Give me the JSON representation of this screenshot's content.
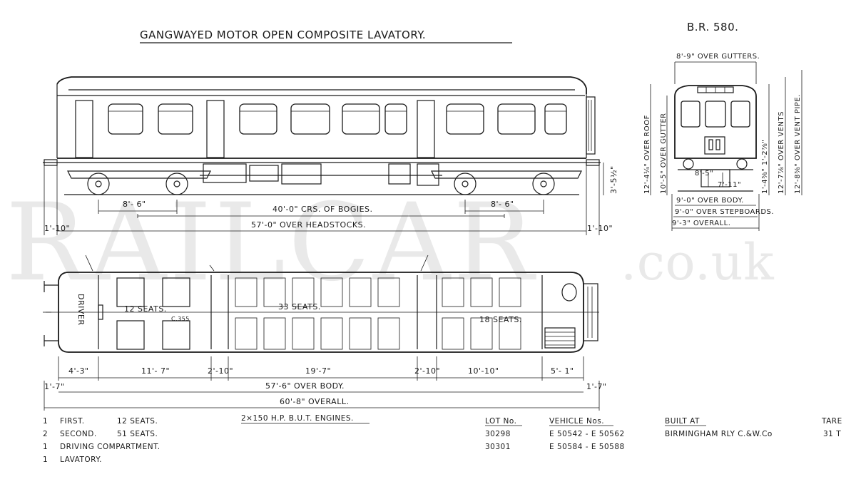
{
  "watermark": {
    "main": "RAILCAR",
    "suffix": ".co.uk"
  },
  "header": {
    "title": "GANGWAYED MOTOR OPEN COMPOSITE LAVATORY.",
    "diagram_no": "B.R. 580."
  },
  "side_view": {
    "bogie_left": "8'- 6\"",
    "bogie_right": "8'- 6\"",
    "crs_bogies": "40'-0\" CRS. OF BOGIES.",
    "over_headstocks": "57'-0\" OVER HEADSTOCKS.",
    "left_overhang": "1'-10\"",
    "right_overhang": "1'-10\"",
    "rail_height": "3'-5½\""
  },
  "end_view": {
    "over_gutters": "8'-9\" OVER GUTTERS.",
    "over_roof": "12'-4¼\" OVER ROOF",
    "over_gutter": "10'-5\" OVER GUTTER",
    "over_vents": "12'-7⅞\" OVER VENTS",
    "over_vent_pipe": "12'-8⅜\" OVER VENT PIPE.",
    "step_height": "1'-4⅜\"",
    "step_height_2": "1'-2⅞\"",
    "dim_a": "8'-5\"",
    "dim_b": "7'-11\"",
    "over_body": "9'-0\" OVER BODY.",
    "over_stepboards": "9'-0\" OVER STEPBOARDS.",
    "overall": "9'-3\" OVERALL."
  },
  "plan_view": {
    "driver": "DRIVER",
    "seats_first": "12 SEATS.",
    "seats_second_a": "33 SEATS.",
    "seats_second_b": "18 SEATS.",
    "note": "C.355",
    "d1": "4'-3\"",
    "d2": "11'- 7\"",
    "d3": "2'-10\"",
    "d4": "19'-7\"",
    "d5": "2'-10\"",
    "d6": "10'-10\"",
    "d7": "5'- 1\"",
    "end_left": "1'-7\"",
    "end_right": "1'-7\"",
    "over_body": "57'-6\" OVER BODY.",
    "overall": "60'-8\" OVERALL."
  },
  "legend": {
    "rows": [
      {
        "qty": "1",
        "label": "FIRST.",
        "seats": "12 SEATS."
      },
      {
        "qty": "2",
        "label": "SECOND.",
        "seats": "51 SEATS."
      },
      {
        "qty": "1",
        "label": "DRIVING COMPARTMENT.",
        "seats": ""
      },
      {
        "qty": "1",
        "label": "LAVATORY.",
        "seats": ""
      }
    ],
    "engines": "2×150 H.P. B.U.T. ENGINES.",
    "lot_header": "LOT No.",
    "vehicle_header": "VEHICLE Nos.",
    "built_header": "BUILT AT",
    "tare_header": "TARE",
    "lots": [
      {
        "lot": "30298",
        "vehicles": "E 50542 - E 50562",
        "built": "BIRMINGHAM RLY C.&W.Co",
        "tare": "31 T"
      },
      {
        "lot": "30301",
        "vehicles": "E 50584 - E 50588",
        "built": "",
        "tare": ""
      }
    ]
  }
}
